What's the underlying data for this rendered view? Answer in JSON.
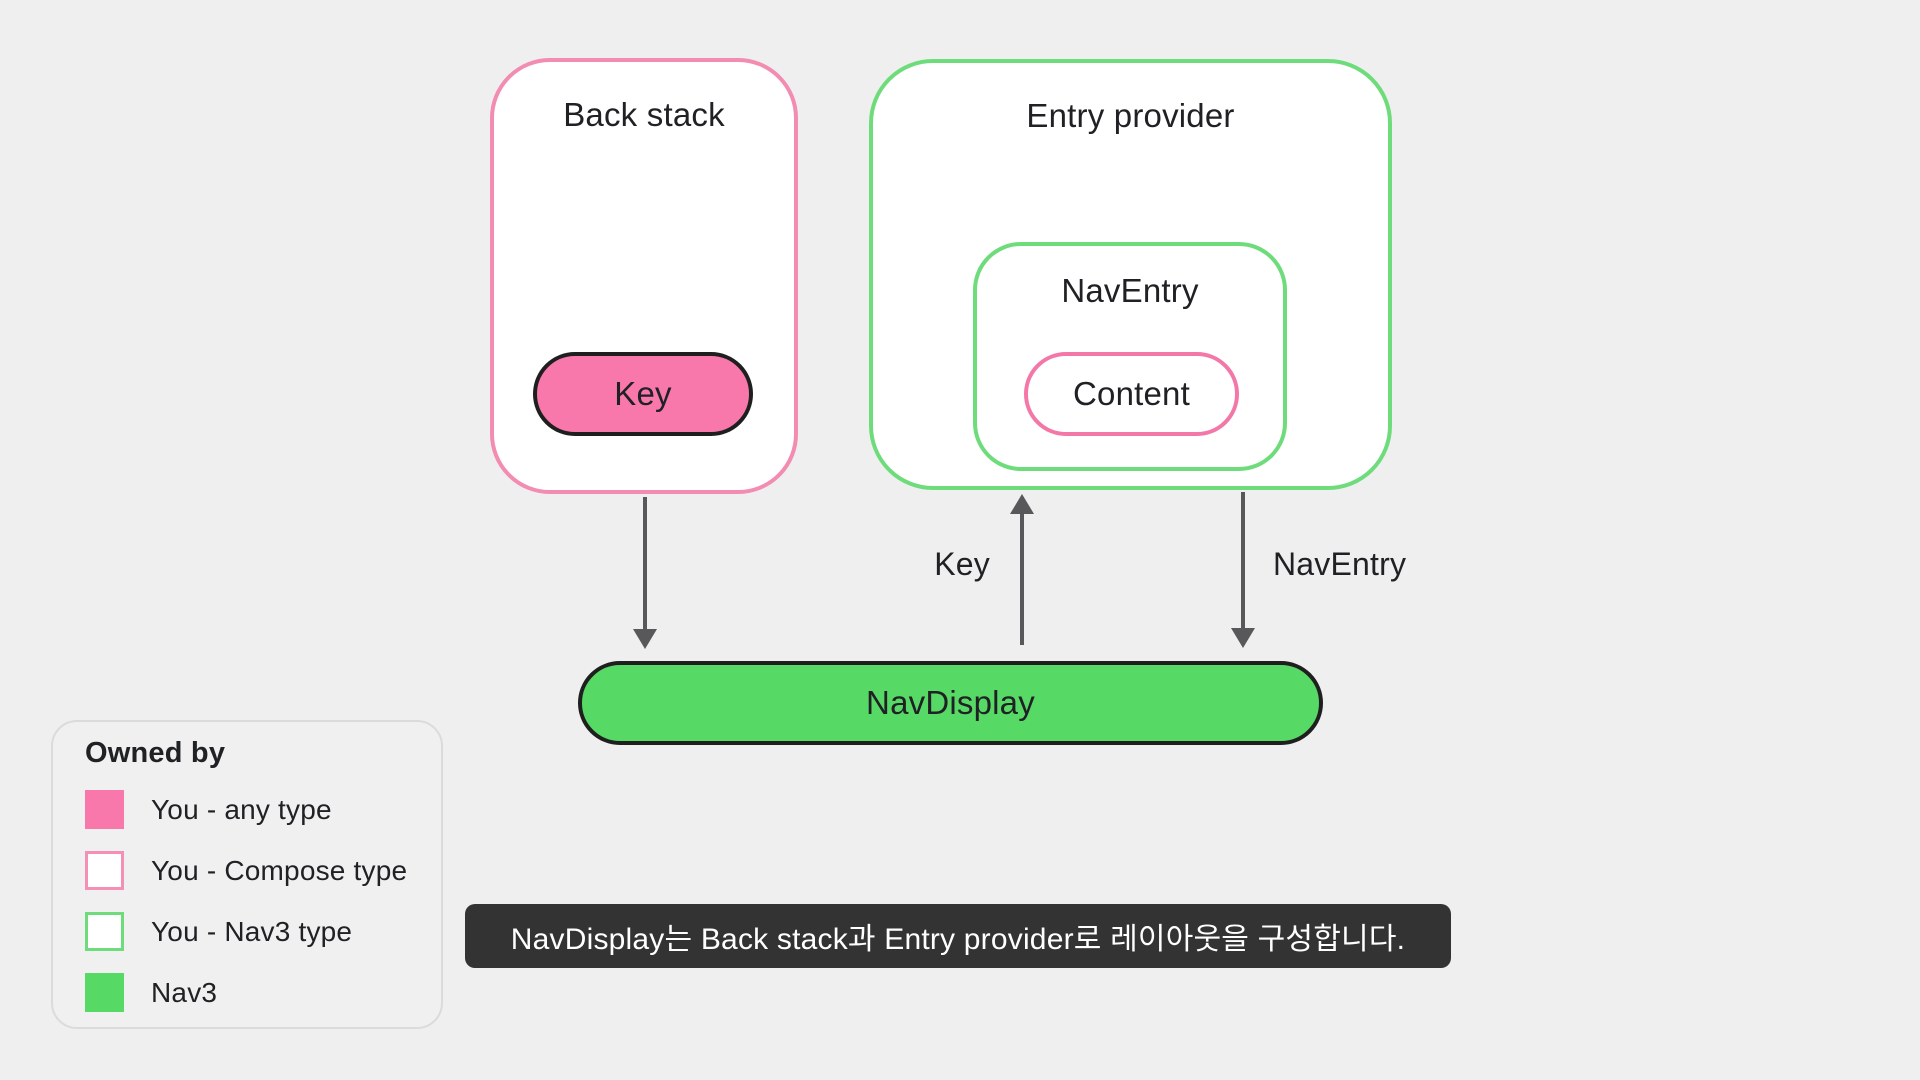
{
  "diagram": {
    "back_stack": {
      "title": "Back stack",
      "key_pill": "Key"
    },
    "entry_provider": {
      "title": "Entry provider",
      "nav_entry": {
        "title": "NavEntry",
        "content_pill": "Content"
      }
    },
    "nav_display": "NavDisplay",
    "arrow_labels": {
      "key": "Key",
      "nav_entry": "NavEntry"
    }
  },
  "legend": {
    "title": "Owned by",
    "items": [
      {
        "label": "You - any type",
        "swatch": "pink-fill"
      },
      {
        "label": "You - Compose type",
        "swatch": "pink-outline"
      },
      {
        "label": "You - Nav3 type",
        "swatch": "green-outline"
      },
      {
        "label": "Nav3",
        "swatch": "green-fill"
      }
    ]
  },
  "caption": "NavDisplay는 Back stack과 Entry provider로 레이아웃을 구성합니다.",
  "colors": {
    "background": "#EFEFEF",
    "pink_fill": "#F878AB",
    "pink_outline": "#F28CB1",
    "green_fill": "#57D966",
    "green_outline": "#6FDC7C",
    "pill_border": "#1F1F1F",
    "arrow_gray": "#58585A",
    "caption_bg": "#333333",
    "caption_text": "#FFFFFF"
  }
}
